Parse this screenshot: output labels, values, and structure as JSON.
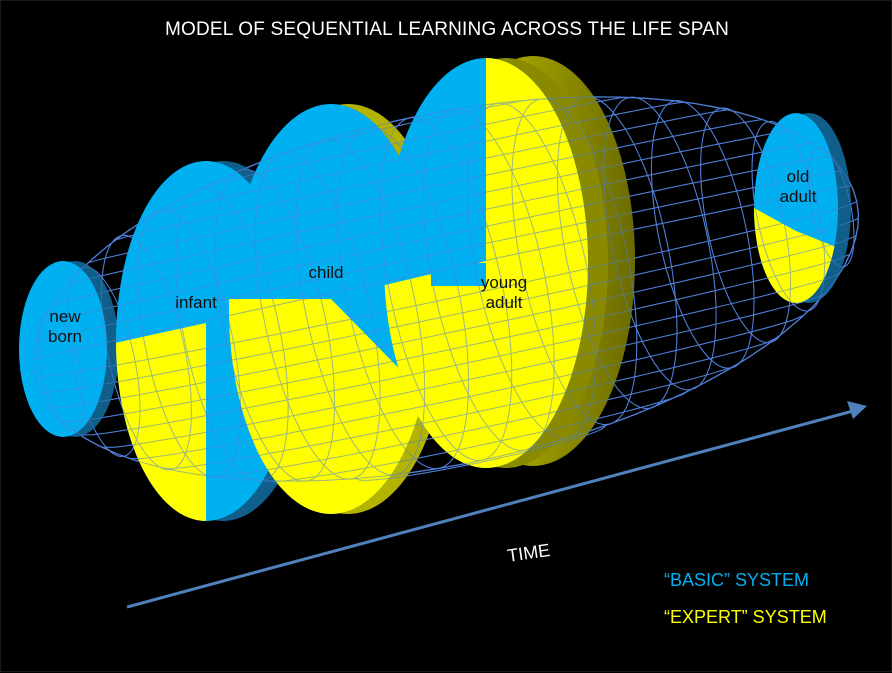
{
  "title": "MODEL OF SEQUENTIAL LEARNING ACROSS THE LIFE SPAN",
  "stages": [
    {
      "key": "newborn",
      "label": "new\nborn"
    },
    {
      "key": "infant",
      "label": "infant"
    },
    {
      "key": "child",
      "label": "child"
    },
    {
      "key": "young_adult",
      "label": "young\nadult"
    },
    {
      "key": "old_adult",
      "label": "old\nadult"
    }
  ],
  "axis": {
    "label": "TIME"
  },
  "legend": {
    "basic": {
      "label": "“BASIC” SYSTEM",
      "color": "#00b0f0"
    },
    "expert": {
      "label": "“EXPERT” SYSTEM",
      "color": "#ffff00"
    }
  },
  "colors": {
    "background": "#000000",
    "wireframe": "#4f7fd8",
    "basic": "#00b0f0",
    "basic_edge": "#0f5f8a",
    "expert": "#ffff00",
    "expert_edge": "#b3b300",
    "arrow": "#4f81bd"
  }
}
